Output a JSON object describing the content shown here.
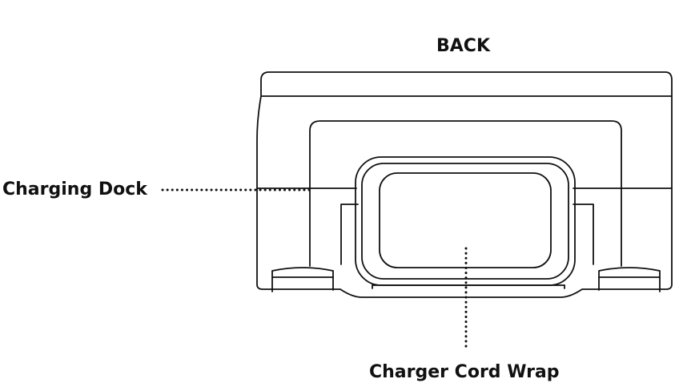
{
  "diagram": {
    "title": "BACK",
    "labels": {
      "charging_dock": "Charging Dock",
      "charger_cord_wrap": "Charger Cord Wrap"
    },
    "colors": {
      "line": "#111111",
      "background": "#ffffff"
    }
  }
}
